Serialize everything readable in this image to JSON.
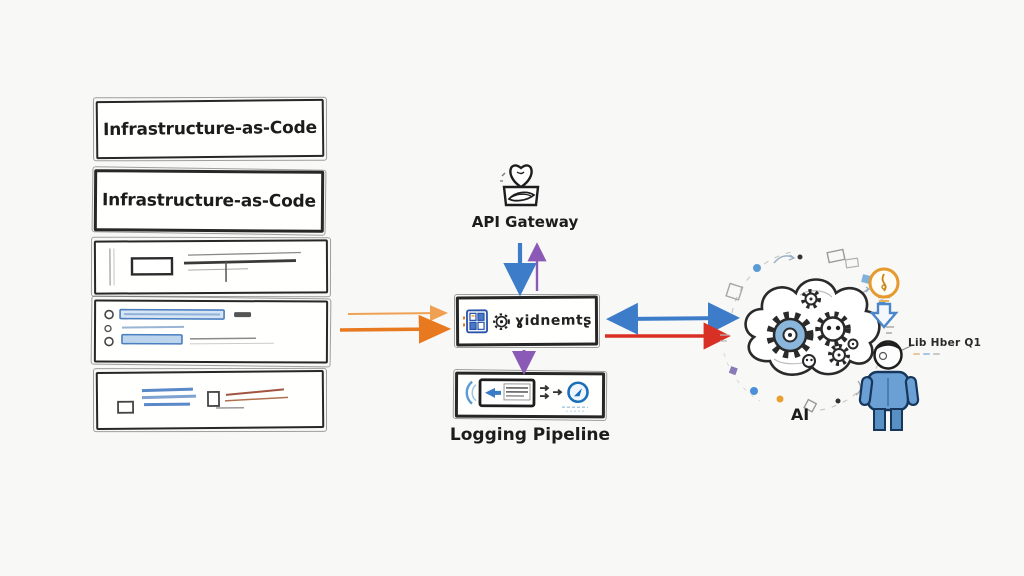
{
  "stack": {
    "boxes": [
      {
        "label": "Infrastructure-as-Code"
      },
      {
        "label": "Infrastructure-as-Code"
      },
      {
        "label": ""
      },
      {
        "label": ""
      },
      {
        "label": ""
      }
    ]
  },
  "gateway": {
    "label": "API Gateway"
  },
  "engine": {
    "label": "ɣidnemtʂ"
  },
  "logging": {
    "label": "Logging Pipeline"
  },
  "ai": {
    "label": "AI"
  },
  "person": {
    "label": "Lib Hber Q1"
  },
  "colors": {
    "orange_arrow": "#e8791f",
    "orange_arrow_light": "#f0a052",
    "blue_arrow": "#3d7cc9",
    "purple_arrow": "#8a5ab6",
    "red_arrow": "#d93025",
    "sketch_ink": "#262626",
    "bar_blue": "#5b8fd0",
    "bulb_orange": "#e59a2f"
  }
}
